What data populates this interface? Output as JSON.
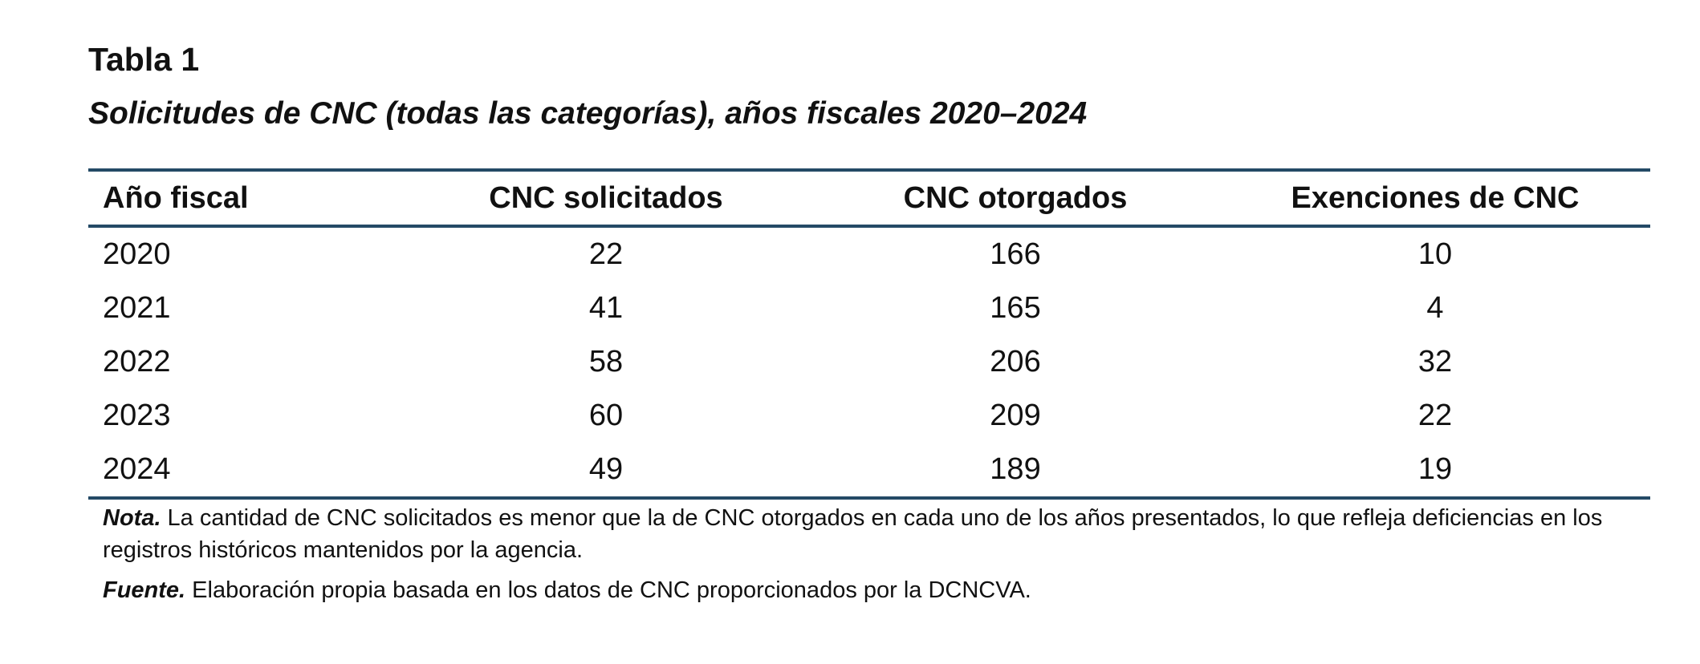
{
  "heading": {
    "label": "Tabla 1",
    "title": "Solicitudes de CNC (todas las categorías), años fiscales 2020–2024"
  },
  "table": {
    "columns": [
      "Año fiscal",
      "CNC solicitados",
      "CNC otorgados",
      "Exenciones de CNC"
    ],
    "rows": [
      [
        "2020",
        "22",
        "166",
        "10"
      ],
      [
        "2021",
        "41",
        "165",
        "4"
      ],
      [
        "2022",
        "58",
        "206",
        "32"
      ],
      [
        "2023",
        "60",
        "209",
        "22"
      ],
      [
        "2024",
        "49",
        "189",
        "19"
      ]
    ]
  },
  "notes": {
    "nota_label": "Nota.",
    "nota_text": " La cantidad de CNC solicitados es menor que la de CNC otorgados en cada uno de los años presentados, lo que refleja deficiencias en los registros históricos mantenidos por la agencia.",
    "fuente_label": "Fuente.",
    "fuente_text": " Elaboración propia basada en los datos de CNC proporcionados por la DCNCVA."
  },
  "colors": {
    "rule": "#244a66",
    "text": "#111111"
  }
}
